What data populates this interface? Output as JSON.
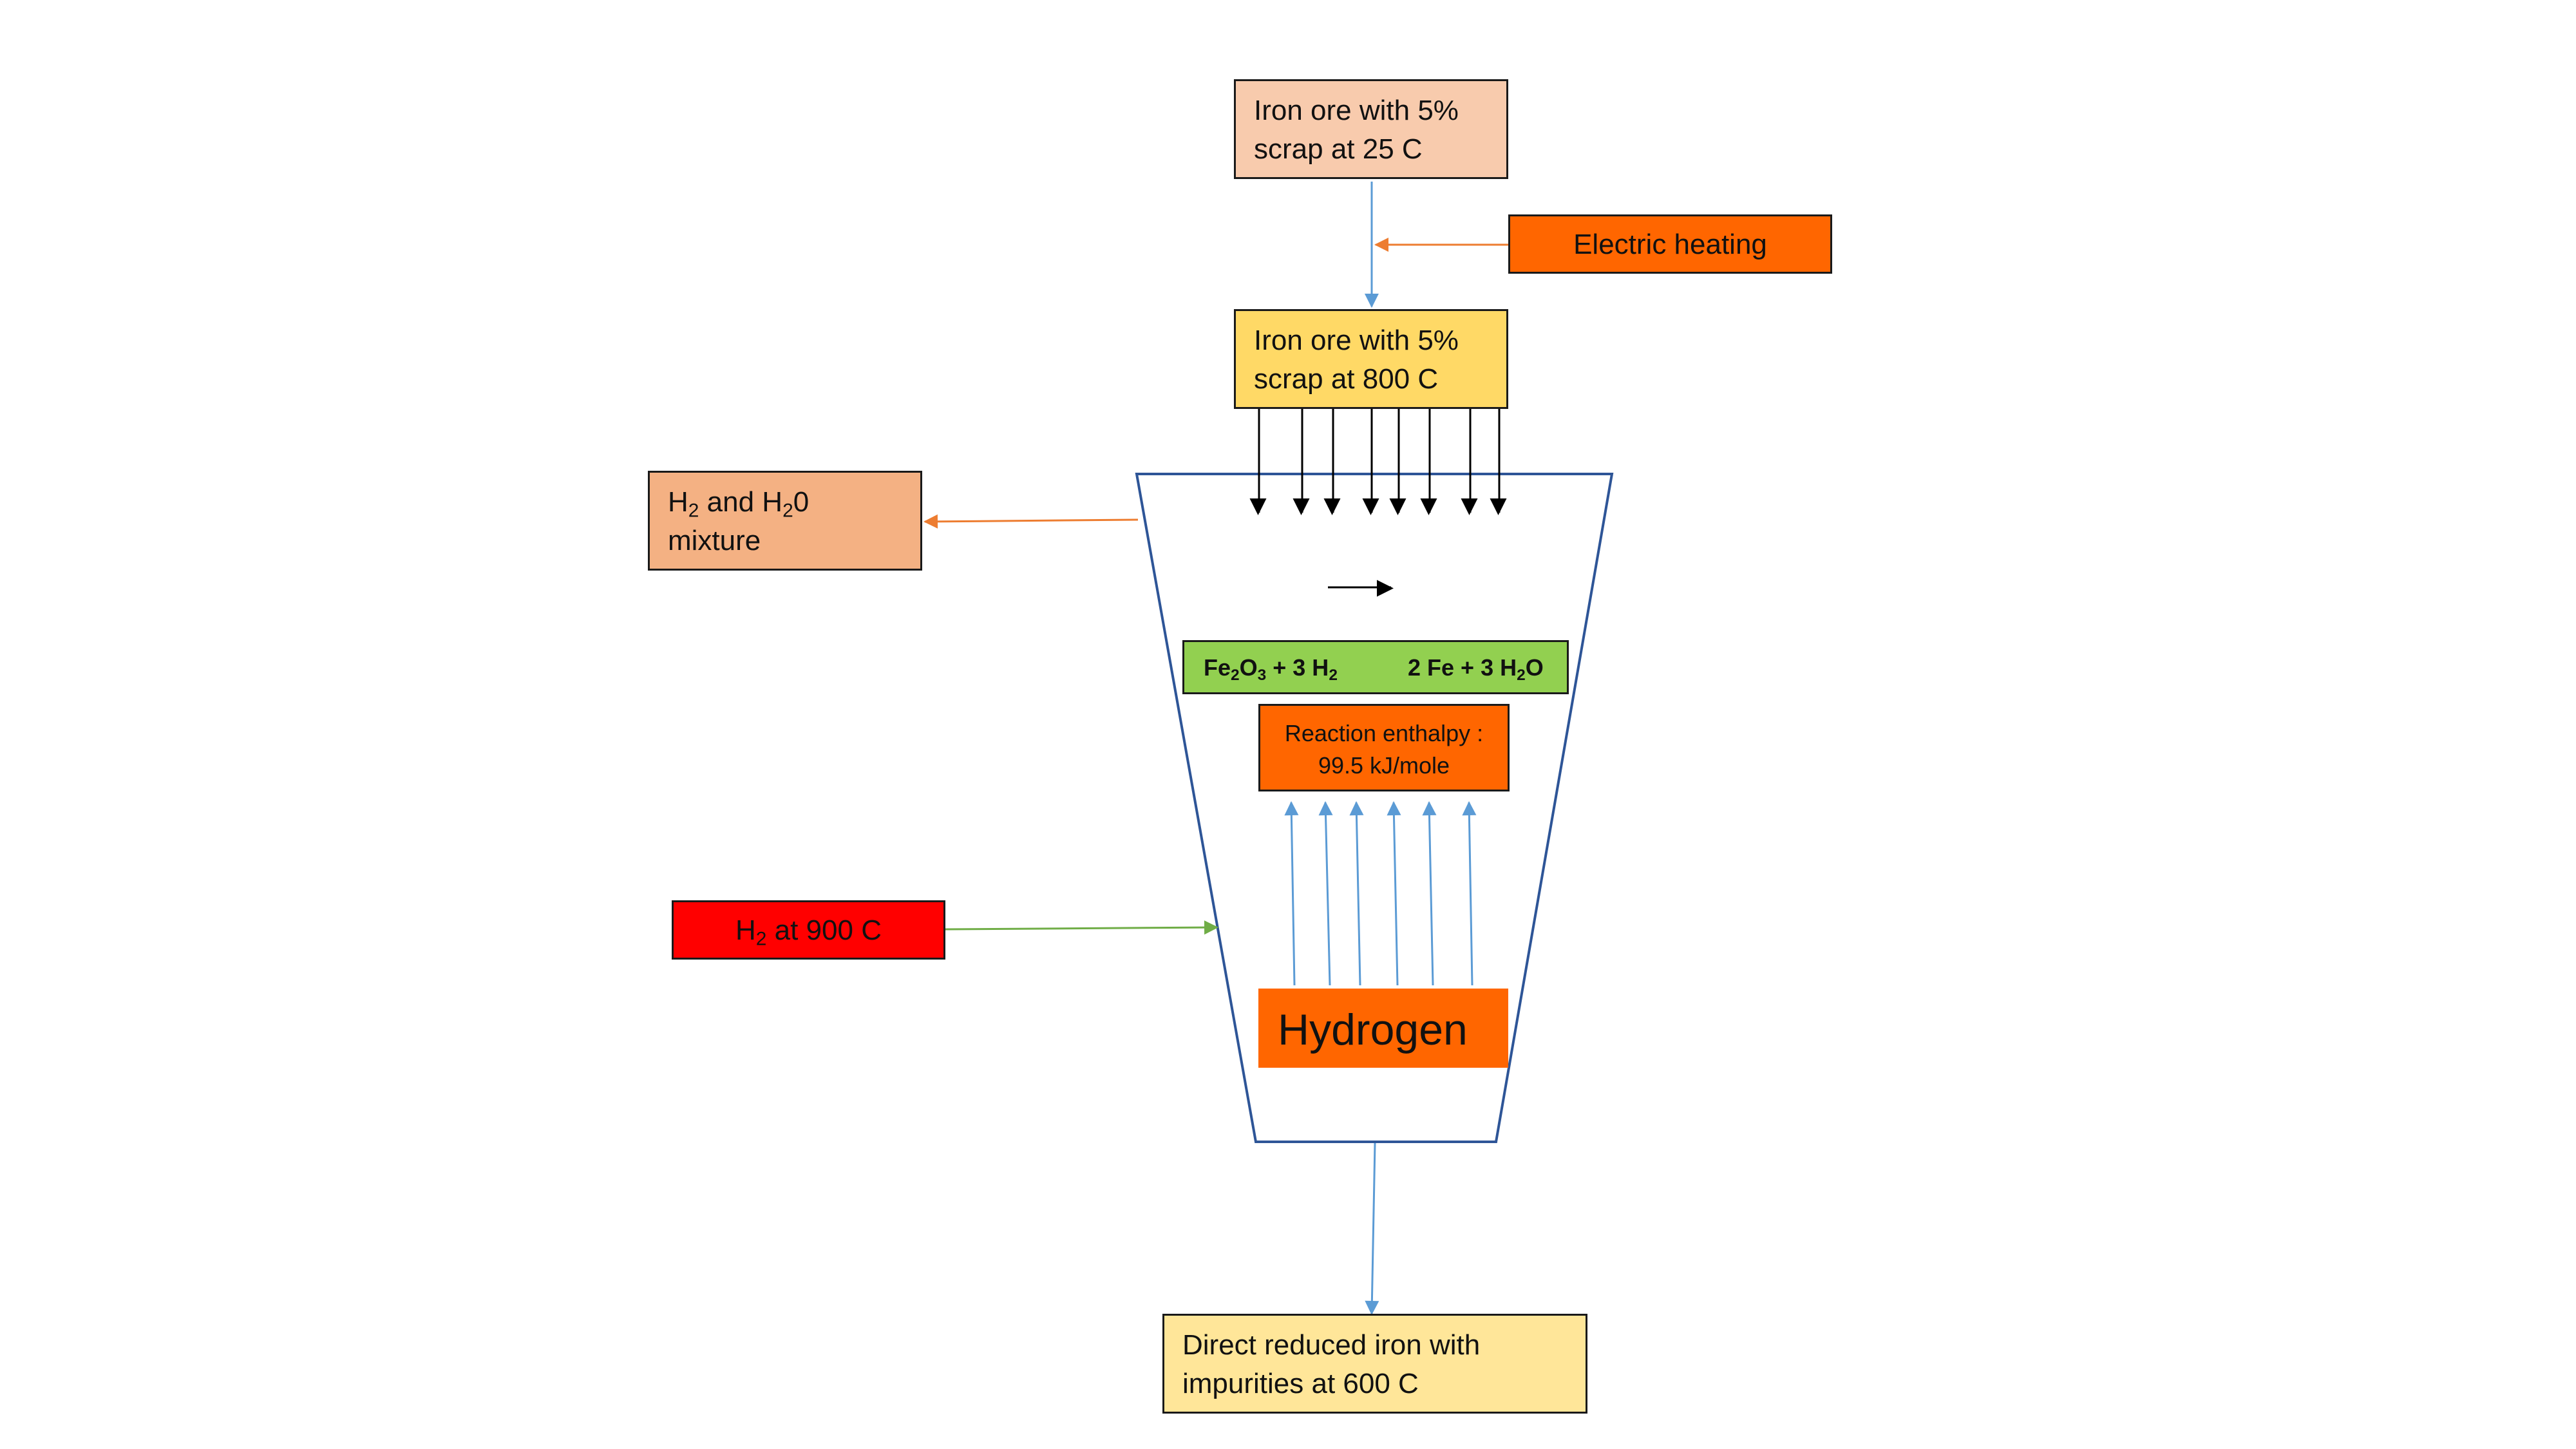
{
  "colors": {
    "peach": "#f8cbad",
    "yellow": "#ffd966",
    "salmon": "#f4b183",
    "orange": "#ff6600",
    "red": "#ff0000",
    "green": "#92d050",
    "cream": "#ffe699",
    "blue_arrow": "#5b9bd5",
    "orange_arrow": "#ed7d31",
    "green_arrow": "#70ad47",
    "reactor_outline": "#2e5597"
  },
  "boxes": {
    "feed_cold": {
      "line1": "Iron ore with 5%",
      "line2": "scrap at 25 C"
    },
    "electric_heating": {
      "label": "Electric heating"
    },
    "feed_hot": {
      "line1": "Iron ore with 5%",
      "line2": "scrap at 800 C"
    },
    "off_gas": {
      "h": "H",
      "sub1": "2",
      "mid": " and H",
      "sub2": "2",
      "tail": "0",
      "line2": "mixture"
    },
    "hydrogen_inlet": {
      "h": "H",
      "sub": "2",
      "tail": " at 900 C"
    },
    "reaction": {
      "left_a": "Fe",
      "left_sub1": "2",
      "left_b": "O",
      "left_sub2": "3",
      "left_c": " + 3 H",
      "left_sub3": "2",
      "right_a": "2 Fe + 3 H",
      "right_sub": "2",
      "right_b": "O"
    },
    "enthalpy": {
      "line1": "Reaction enthalpy :",
      "line2": "99.5 kJ/mole"
    },
    "hydrogen": {
      "label": "Hydrogen"
    },
    "product": {
      "line1": "Direct reduced iron with",
      "line2": "impurities at 600 C"
    }
  }
}
